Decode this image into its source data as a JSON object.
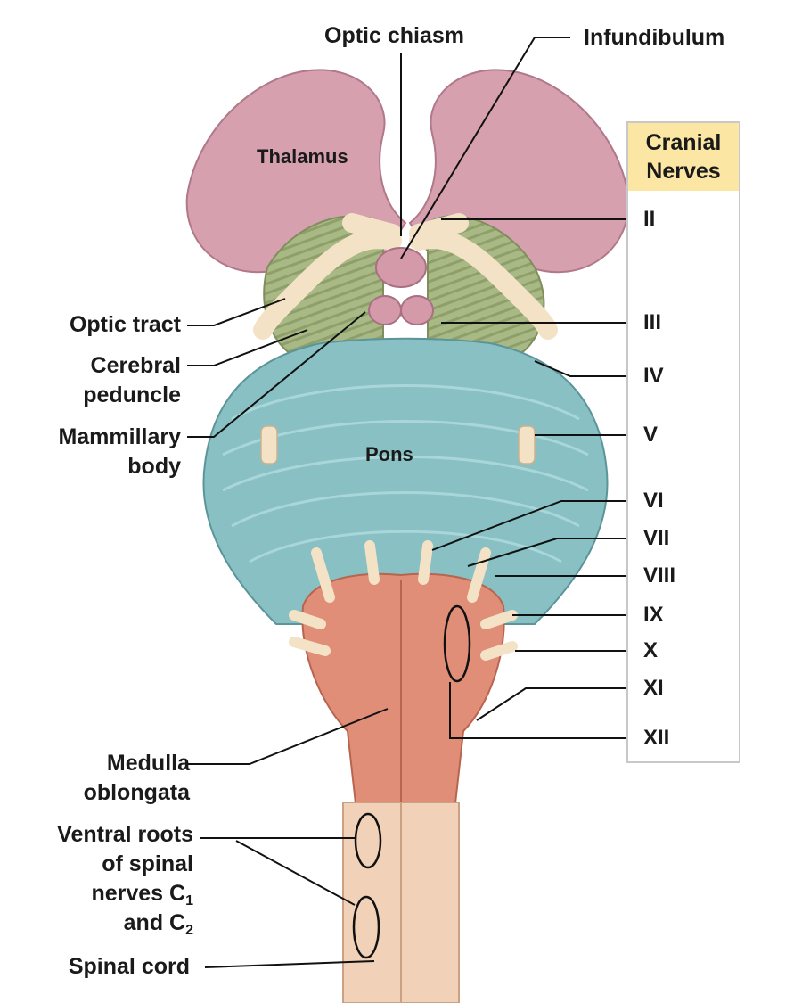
{
  "nerve_panel": {
    "title": "Cranial\nNerves",
    "header_color": "#fbe6a4"
  },
  "labels": {
    "optic_chiasm": "Optic chiasm",
    "infundibulum": "Infundibulum",
    "thalamus": "Thalamus",
    "optic_tract": "Optic tract",
    "cerebral_peduncle_1": "Cerebral",
    "cerebral_peduncle_2": "peduncle",
    "mammillary_body_1": "Mammillary",
    "mammillary_body_2": "body",
    "pons": "Pons",
    "medulla_1": "Medulla",
    "medulla_2": "oblongata",
    "ventral_roots_1": "Ventral roots",
    "ventral_roots_2": "of spinal",
    "ventral_roots_3": "nerves C",
    "ventral_roots_3_sub": "1",
    "ventral_roots_4": "and C",
    "ventral_roots_4_sub": "2",
    "spinal_cord": "Spinal cord"
  },
  "cranial_nerves": [
    "II",
    "III",
    "IV",
    "V",
    "VI",
    "VII",
    "VIII",
    "IX",
    "X",
    "XI",
    "XII"
  ],
  "colors": {
    "thalamus": "#d6a0ae",
    "peduncle": "#a9b985",
    "pons": "#88c0c4",
    "medulla": "#e08e78",
    "nerve": "#f3e2c6",
    "spinal_cord": "#f1d2b8"
  }
}
